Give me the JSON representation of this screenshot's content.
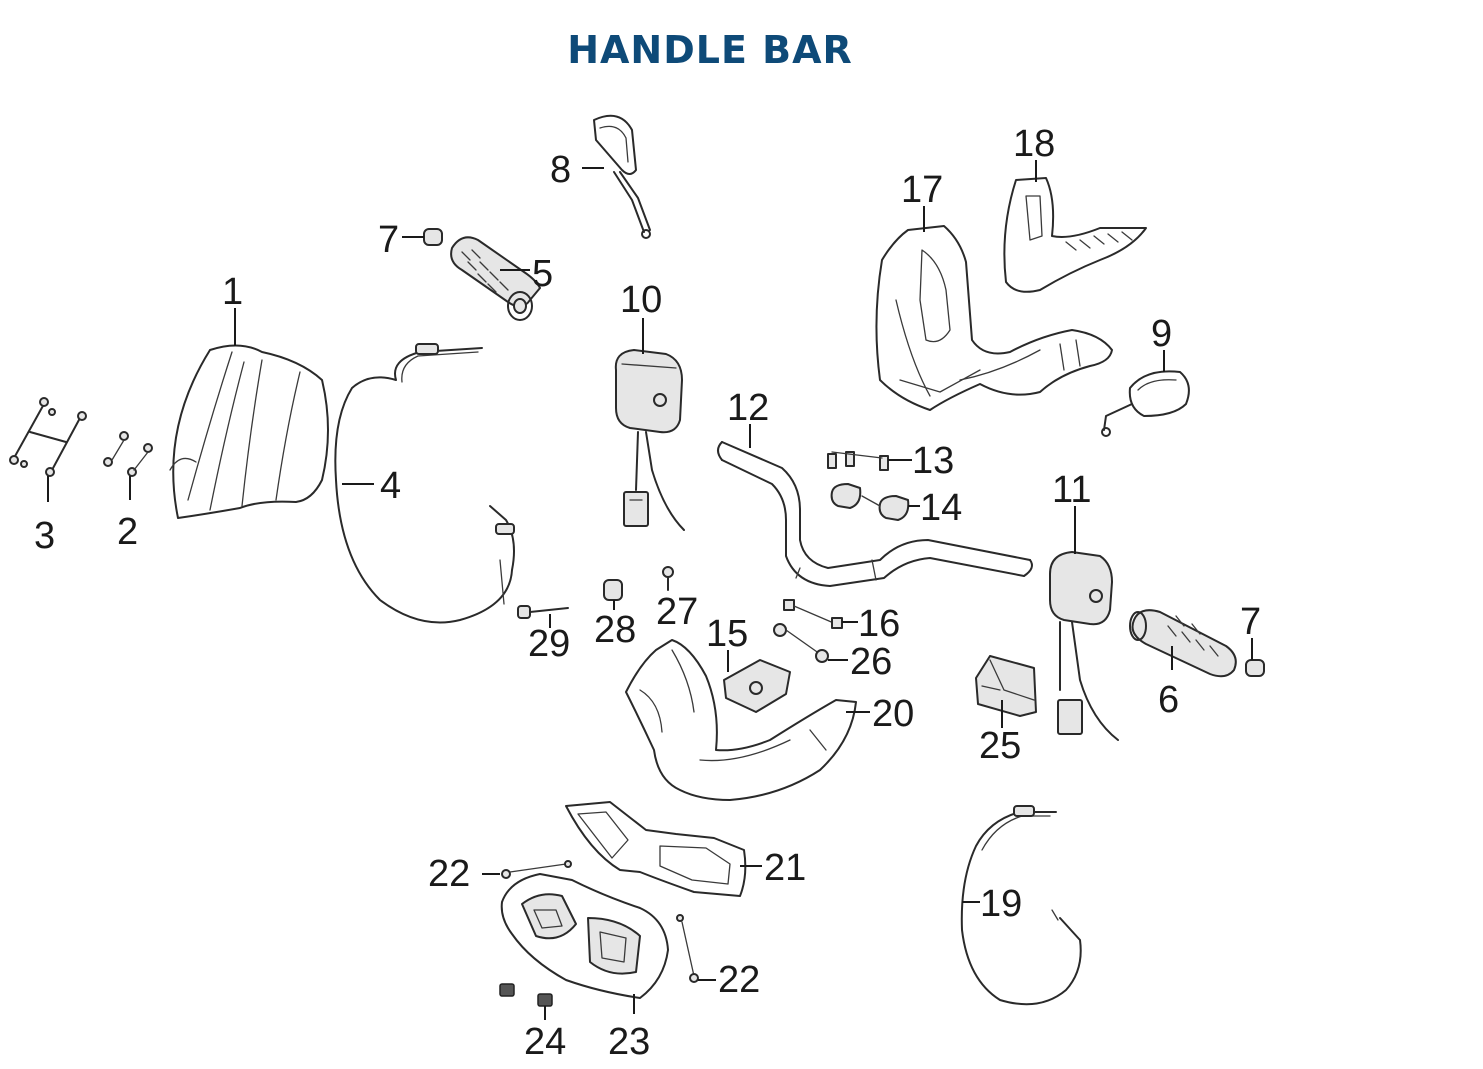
{
  "title": "HANDLE BAR",
  "colors": {
    "title": "#0e4a78",
    "line": "#2a2a2a"
  },
  "callouts": {
    "c1": "1",
    "c2": "2",
    "c3": "3",
    "c4": "4",
    "c5": "5",
    "c6": "6",
    "c7a": "7",
    "c7b": "7",
    "c8": "8",
    "c9": "9",
    "c10": "10",
    "c11": "11",
    "c12": "12",
    "c13": "13",
    "c14": "14",
    "c15": "15",
    "c16": "16",
    "c17": "17",
    "c18": "18",
    "c19": "19",
    "c20": "20",
    "c21": "21",
    "c22a": "22",
    "c22b": "22",
    "c23": "23",
    "c24": "24",
    "c25": "25",
    "c26": "26",
    "c27": "27",
    "c28": "28",
    "c29": "29"
  }
}
